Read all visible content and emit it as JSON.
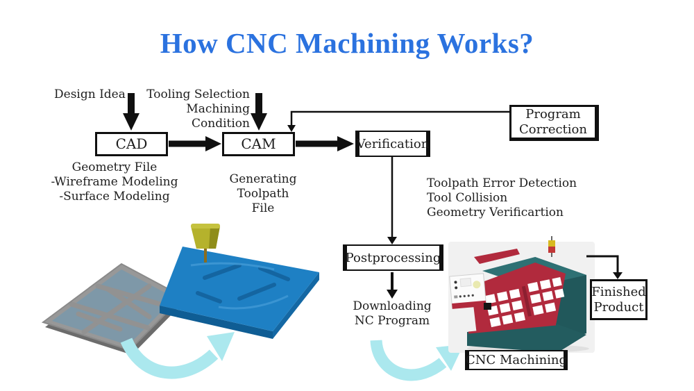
{
  "title": "How CNC Machining Works?",
  "labels": {
    "design_idea": "Design Idea",
    "tooling_selection": [
      "Tooling Selection",
      "Machining",
      "Condition"
    ],
    "geometry_file": [
      "Geometry File",
      "-Wireframe Modeling",
      "-Surface Modeling"
    ],
    "generating_toolpath": [
      "Generating Toolpath",
      "File"
    ],
    "verification_notes": [
      "Toolpath Error Detection",
      "Tool Collision",
      "Geometry Verificartion"
    ],
    "downloading": [
      "Downloading",
      "NC Program"
    ]
  },
  "boxes": {
    "cad": "CAD",
    "cam": "CAM",
    "verification": "Verification",
    "program_correction": [
      "Program",
      "Correction"
    ],
    "postprocessing": "Postprocessing",
    "cnc_machining": "CNC Machining",
    "finished_product": [
      "Finished",
      "Product"
    ]
  },
  "colors": {
    "title_blue": "#2b72df",
    "text": "#1c1c1c",
    "connector_black": "#101010",
    "curved_arrow_cyan": "#abe8ee",
    "machine_teal": "#276063",
    "machine_red": "#b12a3d",
    "part_blue": "#1e80c4",
    "tool_yellow": "#b5b22c",
    "plate_gray": "#969696",
    "pocket_blue_gray": "#7e98a8"
  }
}
